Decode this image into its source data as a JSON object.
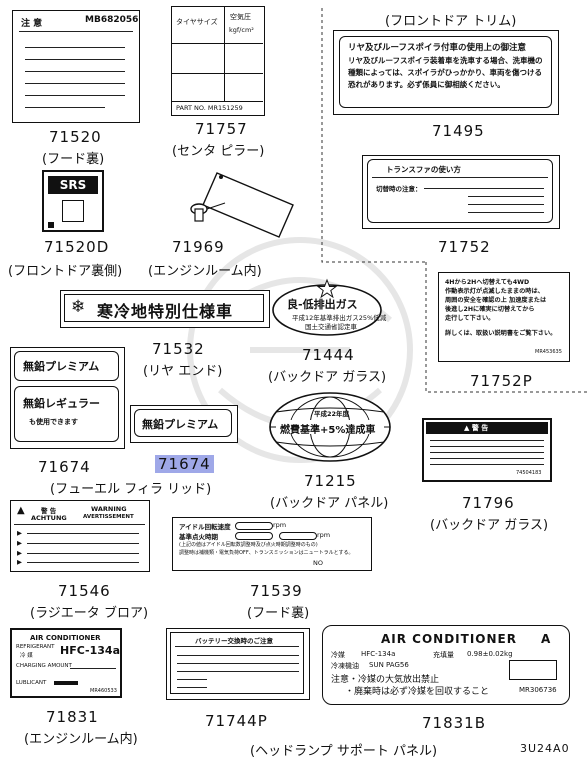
{
  "diagram_code": "3U24A0",
  "callouts": [
    {
      "part": "71520",
      "caption": "(フード裏)"
    },
    {
      "part": "71757",
      "caption": "(センタ ピラー)"
    },
    {
      "part": "71495",
      "caption": "(フロントドア トリム)"
    },
    {
      "part": "71520D",
      "caption": "(フロントドア裏側)"
    },
    {
      "part": "71969",
      "caption": "(エンジンルーム内)"
    },
    {
      "part": "71752",
      "caption": ""
    },
    {
      "part": "71532",
      "caption": "(リヤ エンド)"
    },
    {
      "part": "71444",
      "caption": "(バックドア ガラス)"
    },
    {
      "part": "71752P",
      "caption": ""
    },
    {
      "part": "71674",
      "caption": ""
    },
    {
      "part": "71674",
      "caption": "(フューエル フィラ リッド)"
    },
    {
      "part": "71215",
      "caption": "(バックドア パネル)"
    },
    {
      "part": "71796",
      "caption": "(バックドア ガラス)"
    },
    {
      "part": "71546",
      "caption": "(ラジエータ ブロア)"
    },
    {
      "part": "71539",
      "caption": "(フード裏)"
    },
    {
      "part": "71831",
      "caption": "(エンジンルーム内)"
    },
    {
      "part": "71744P",
      "caption": ""
    },
    {
      "part": "71831B",
      "caption": ""
    },
    {
      "part": "",
      "caption": "(ヘッドランプ サポート パネル)"
    }
  ],
  "labels": {
    "l71520": {
      "head": "注 意",
      "code": "MB682056"
    },
    "l71757": {
      "c1": "タイヤサイズ",
      "c2": "空気圧",
      "c2b": "kgf/cm²",
      "partno": "PART NO. MR151259"
    },
    "l71495": {
      "title": "リヤ及びルーフスポイラ付車の使用上の御注意",
      "body": "リヤ及びルーフスポイラ装着車を洗車する場合、洗車機の種類によっては、スポイラがひっかかり、車両を傷つける恐れがあります。必ず係員に御相談ください。"
    },
    "l71520d": {
      "text": "SRS"
    },
    "l71752": {
      "title": "トランスファの使い方",
      "sub": "切替時の注意："
    },
    "l71532": {
      "text": "寒冷地特別仕様車"
    },
    "l71444": {
      "main": "良-低排出ガス",
      "sub1": "平成12年基準排出ガス25%低減",
      "sub2": "国土交通省認定車"
    },
    "l71752p": {
      "line1": "4Hから2Hへ切替えても4WD",
      "line2": "作動表示灯が点滅したままの時は、",
      "line3": "周囲の安全を確認の上 加速度または",
      "line4": "後進し2Hに確実に切替えてから",
      "line5": "走行して下さい。",
      "line6": "詳しくは、取扱い説明書をご覧下さい。",
      "code": "MR453635"
    },
    "l71674a": {
      "line1": "無鉛プレミアム",
      "line2": "無鉛レギュラー",
      "line3": "も使用できます"
    },
    "l71674b": {
      "text": "無鉛プレミアム"
    },
    "l71215": {
      "top": "平成22年度",
      "main": "燃費基準+5%達成車"
    },
    "l71796": {
      "head": "▲ 警 告",
      "code": "74504183"
    },
    "l71546": {
      "head1": "警 告",
      "head2": "WARNING",
      "head3": "ACHTUNG",
      "head4": "AVERTISSEMENT"
    },
    "l71539": {
      "line1": "アイドル回転速度",
      "line2": "基準点火時期",
      "rpm": "rpm",
      "note1": "(上記の値はアイドル回転数調整時及び点火時期調整時のもの)",
      "note2": "調整時は補機類・電気負荷OFF、トランスミッションはニュートラルとする。",
      "no": "NO"
    },
    "l71831": {
      "title": "AIR CONDITIONER",
      "ref": "REFRIGERANT",
      "ref2": "冷 媒",
      "gas": "HFC-134a",
      "charge": "CHARGING AMOUNT",
      "lub": "LUBLICANT",
      "code": "MR460533"
    },
    "l71744p": {
      "title": "バッテリー交換時のご注意"
    },
    "l71831b": {
      "title": "AIR CONDITIONER",
      "mark": "A",
      "row1a": "冷媒",
      "row1b": "HFC-134a",
      "row1c": "充填量",
      "row1d": "0.98±0.02kg",
      "row2a": "冷凍機油",
      "row2b": "SUN PAG56",
      "row3": "注意・冷媒の大気放出禁止",
      "row4": "・廃棄時は必ず冷媒を回収すること",
      "code": "MR306736"
    }
  }
}
